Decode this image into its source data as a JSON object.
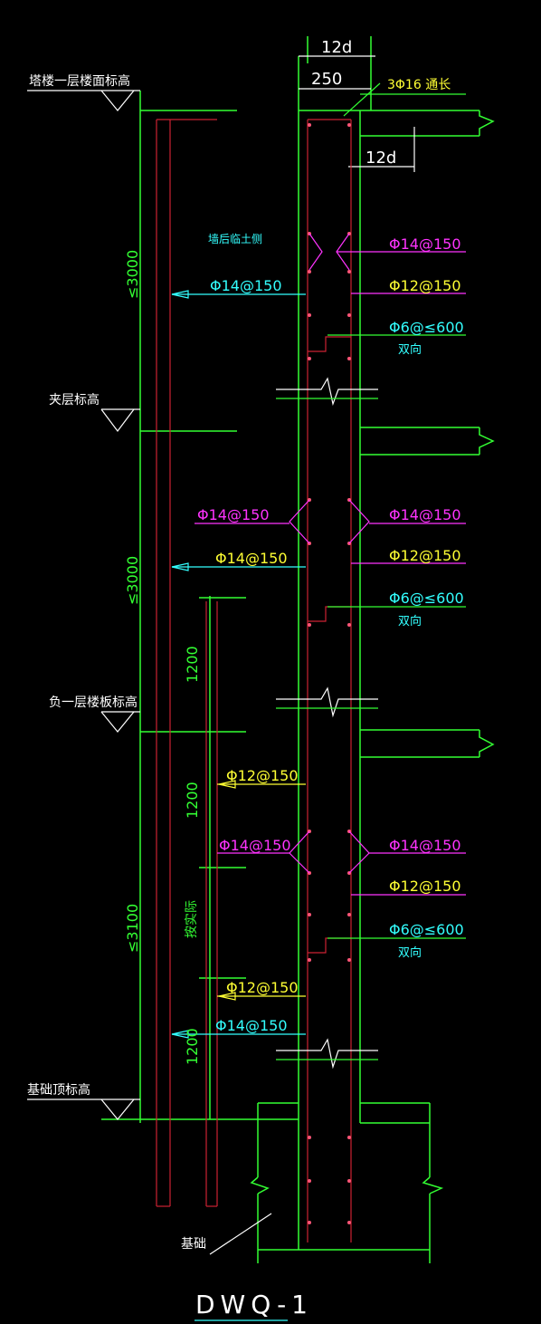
{
  "title": "DWQ-1",
  "elevations": {
    "tower_first_floor": "塔楼一层楼面标高",
    "mezzanine": "夹层标高",
    "basement_slab": "负一层楼板标高",
    "foundation_top": "基础顶标高"
  },
  "dimensions": {
    "top_12d": "12d",
    "wall_thickness": "250",
    "side_12d": "12d",
    "span_upper": "≤3000",
    "span_middle": "≤3000",
    "span_lower": "≤3100",
    "lap_1": "1200",
    "lap_2": "1200",
    "lap_3": "1200",
    "actual": "按实际"
  },
  "notes": {
    "top_bars": "3Φ16 通长",
    "backfill_side": "墙后临土侧",
    "foundation": "基础"
  },
  "rebar": {
    "upper": {
      "outer_left": "Φ14@150",
      "inner_right_a": "Φ14@150",
      "inner_right_b": "Φ12@150",
      "tie": "Φ6@≤600",
      "tie_note": "双向"
    },
    "middle": {
      "left_a": "Φ14@150",
      "left_b": "Φ14@150",
      "right_a": "Φ14@150",
      "right_b": "Φ12@150",
      "tie": "Φ6@≤600",
      "tie_note": "双向"
    },
    "lower": {
      "left_a": "Φ12@150",
      "left_b": "Φ14@150",
      "left_c": "Φ12@150",
      "left_d": "Φ14@150",
      "right_a": "Φ14@150",
      "right_b": "Φ12@150",
      "tie": "Φ6@≤600",
      "tie_note": "双向"
    }
  },
  "colors": {
    "background": "#000000",
    "concrete_outline": "#33ff33",
    "rebar": "#cc2233",
    "annotation_white": "#ffffff",
    "annotation_cyan": "#33ffff",
    "annotation_magenta": "#ff33ff",
    "annotation_yellow": "#ffff33"
  }
}
